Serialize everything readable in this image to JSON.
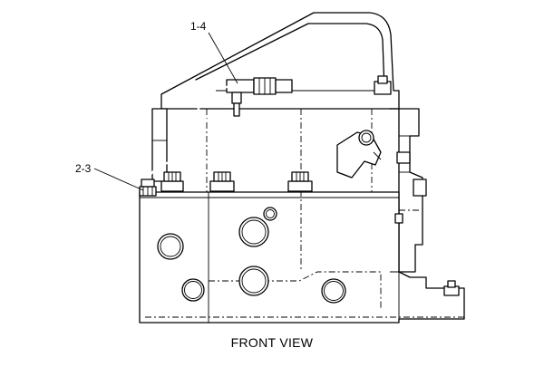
{
  "callouts": {
    "top": "1-4",
    "left": "2-3"
  },
  "caption": "FRONT VIEW"
}
